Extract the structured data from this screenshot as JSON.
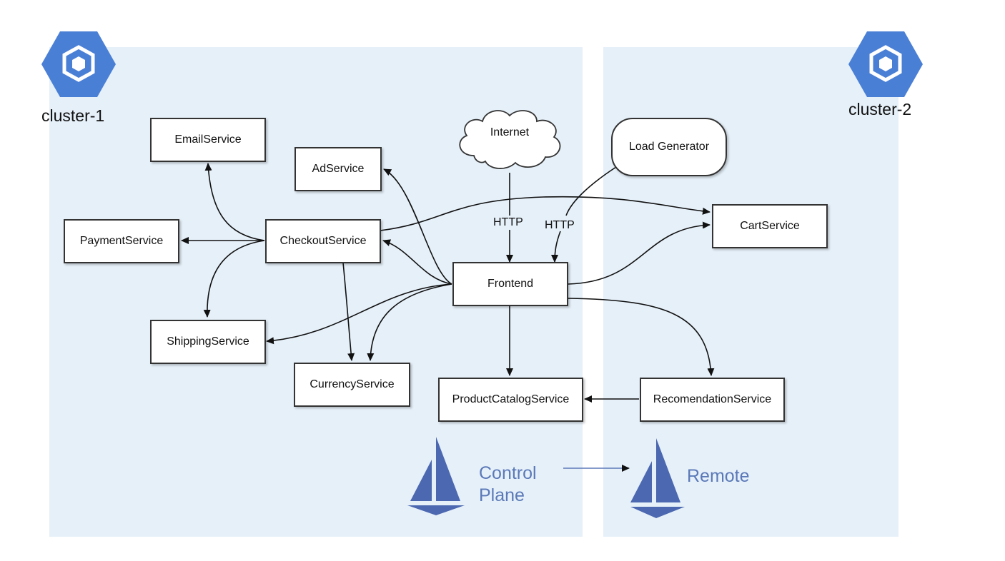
{
  "clusters": {
    "cluster1": {
      "label": "cluster-1"
    },
    "cluster2": {
      "label": "cluster-2"
    }
  },
  "services": {
    "email": "EmailService",
    "ad": "AdService",
    "payment": "PaymentService",
    "checkout": "CheckoutService",
    "shipping": "ShippingService",
    "currency": "CurrencyService",
    "frontend": "Frontend",
    "product_catalog": "ProductCatalogService",
    "recommendation": "RecomendationService",
    "cart": "CartService",
    "load_generator": "Load Generator",
    "internet": "Internet"
  },
  "edge_labels": {
    "http_internet": "HTTP",
    "http_loadgen": "HTTP"
  },
  "istio": {
    "control_plane": "Control\nPlane",
    "remote": "Remote"
  },
  "colors": {
    "cluster_bg": "#e6f0f9",
    "hex_blue": "#4a7fd6",
    "istio_blue": "#5b79b8",
    "arrow": "#111111"
  }
}
